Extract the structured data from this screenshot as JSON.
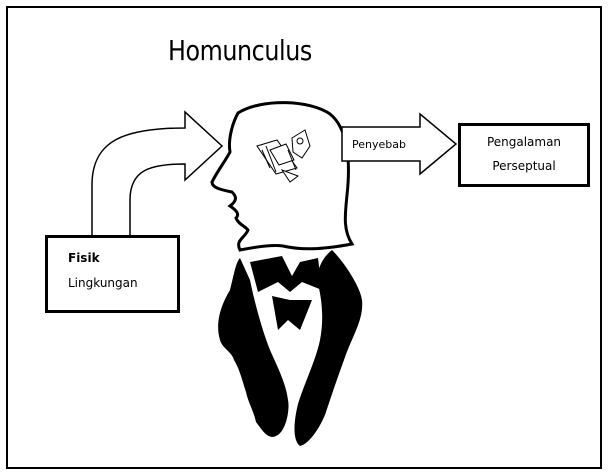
{
  "diagram": {
    "title": "Homunculus",
    "input_box": {
      "line1": "Fisik",
      "line2": "Lingkungan"
    },
    "output_box": {
      "line1": "Pengalaman",
      "line2": "Perseptual"
    },
    "arrow_label": "Penyebab"
  }
}
